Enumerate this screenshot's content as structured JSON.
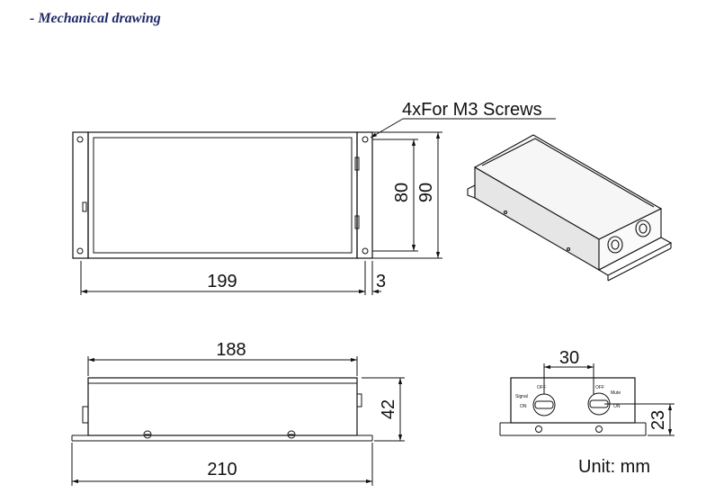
{
  "heading": "- Mechanical drawing",
  "top_view": {
    "callout": "4xFor M3 Screws",
    "dim_length": "199",
    "dim_flange": "3",
    "dim_height_inner": "80",
    "dim_height_outer": "90"
  },
  "side_view": {
    "dim_top": "188",
    "dim_bottom": "210",
    "dim_height": "42"
  },
  "end_view": {
    "dim_spacing": "30",
    "dim_height": "23",
    "left_switch_labels": [
      "Signal",
      "OFF",
      "ON"
    ],
    "right_switch_labels": [
      "OFF",
      "Mute",
      "ON"
    ]
  },
  "unit_note": "Unit: mm"
}
